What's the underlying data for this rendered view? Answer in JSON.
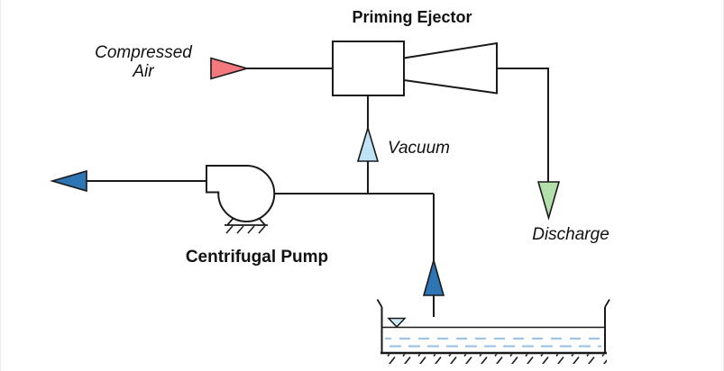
{
  "diagram": {
    "title": "Priming Ejector",
    "labels": {
      "compressed_air_line1": "Compressed",
      "compressed_air_line2": "Air",
      "vacuum": "Vacuum",
      "discharge": "Discharge",
      "pump": "Centrifugal Pump"
    },
    "colors": {
      "line": "#1a1a1a",
      "compressed_air_arrow": "#F3797F",
      "pump_flow_arrow": "#2E75B6",
      "suction_flow_arrow": "#2E75B6",
      "vacuum_arrow": "#BEE3F6",
      "discharge_arrow": "#B2DFAB",
      "water_dash": "#9DC3E6",
      "water_level_symbol": "#CBEAF8"
    }
  }
}
